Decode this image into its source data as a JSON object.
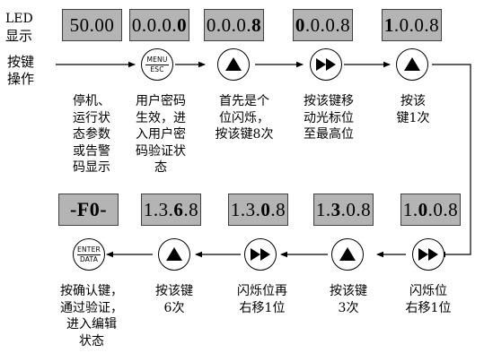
{
  "labels": {
    "led": "LED",
    "display": "显示",
    "key": "按键",
    "operation": "操作"
  },
  "row1": {
    "displays": [
      {
        "segments": [
          {
            "t": "50.00",
            "b": false
          }
        ]
      },
      {
        "segments": [
          {
            "t": "0.0.0.",
            "b": false
          },
          {
            "t": "0",
            "b": true
          }
        ]
      },
      {
        "segments": [
          {
            "t": "0.0.0.",
            "b": false
          },
          {
            "t": "8",
            "b": true
          }
        ]
      },
      {
        "segments": [
          {
            "t": "0",
            "b": true
          },
          {
            "t": ".0.0.8",
            "b": false
          }
        ]
      },
      {
        "segments": [
          {
            "t": "1",
            "b": true
          },
          {
            "t": ".0.0.8",
            "b": false
          }
        ]
      }
    ],
    "keys": [
      {
        "icon": "menu-esc-key",
        "top": "MENU",
        "bottom": "ESC"
      },
      {
        "icon": "up-triangle-key"
      },
      {
        "icon": "shift-right-key"
      },
      {
        "icon": "up-triangle-key"
      }
    ],
    "captions": [
      "停机、\n运行状\n态参数\n或告警\n码显示",
      "用户密码\n生效，进\n入用户密\n码验证状\n态",
      "首先是个\n位闪烁，\n按该键8次",
      "按该键移\n动光标位\n至最高位",
      "按该\n键1次"
    ]
  },
  "row2": {
    "displays": [
      {
        "segments": [
          {
            "t": "-F0-",
            "b": true
          }
        ]
      },
      {
        "segments": [
          {
            "t": "1.3.",
            "b": false
          },
          {
            "t": "6",
            "b": true
          },
          {
            "t": ".8",
            "b": false
          }
        ]
      },
      {
        "segments": [
          {
            "t": "1.3.",
            "b": false
          },
          {
            "t": "0",
            "b": true
          },
          {
            "t": ".8",
            "b": false
          }
        ]
      },
      {
        "segments": [
          {
            "t": "1.",
            "b": false
          },
          {
            "t": "3",
            "b": true
          },
          {
            "t": ".0.8",
            "b": false
          }
        ]
      },
      {
        "segments": [
          {
            "t": "1.",
            "b": false
          },
          {
            "t": "0",
            "b": true
          },
          {
            "t": ".0.8",
            "b": false
          }
        ]
      }
    ],
    "keys": [
      {
        "icon": "enter-data-key",
        "top": "ENTER",
        "bottom": "DATA"
      },
      {
        "icon": "up-triangle-key"
      },
      {
        "icon": "shift-right-key"
      },
      {
        "icon": "up-triangle-key"
      },
      {
        "icon": "shift-right-key"
      }
    ],
    "captions": [
      "按确认键，\n通过验证，\n进入编辑\n状态",
      "按该键\n6次",
      "闪烁位再\n右移1位",
      "按该键\n3次",
      "闪烁位\n右移1位"
    ]
  }
}
